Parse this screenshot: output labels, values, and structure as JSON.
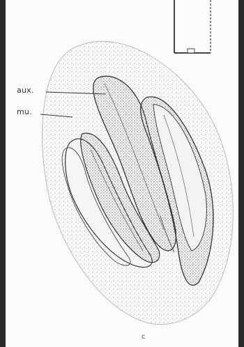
{
  "labels": {
    "aux": "aux.",
    "mu": "mu.",
    "figure_letter": "c"
  }
}
